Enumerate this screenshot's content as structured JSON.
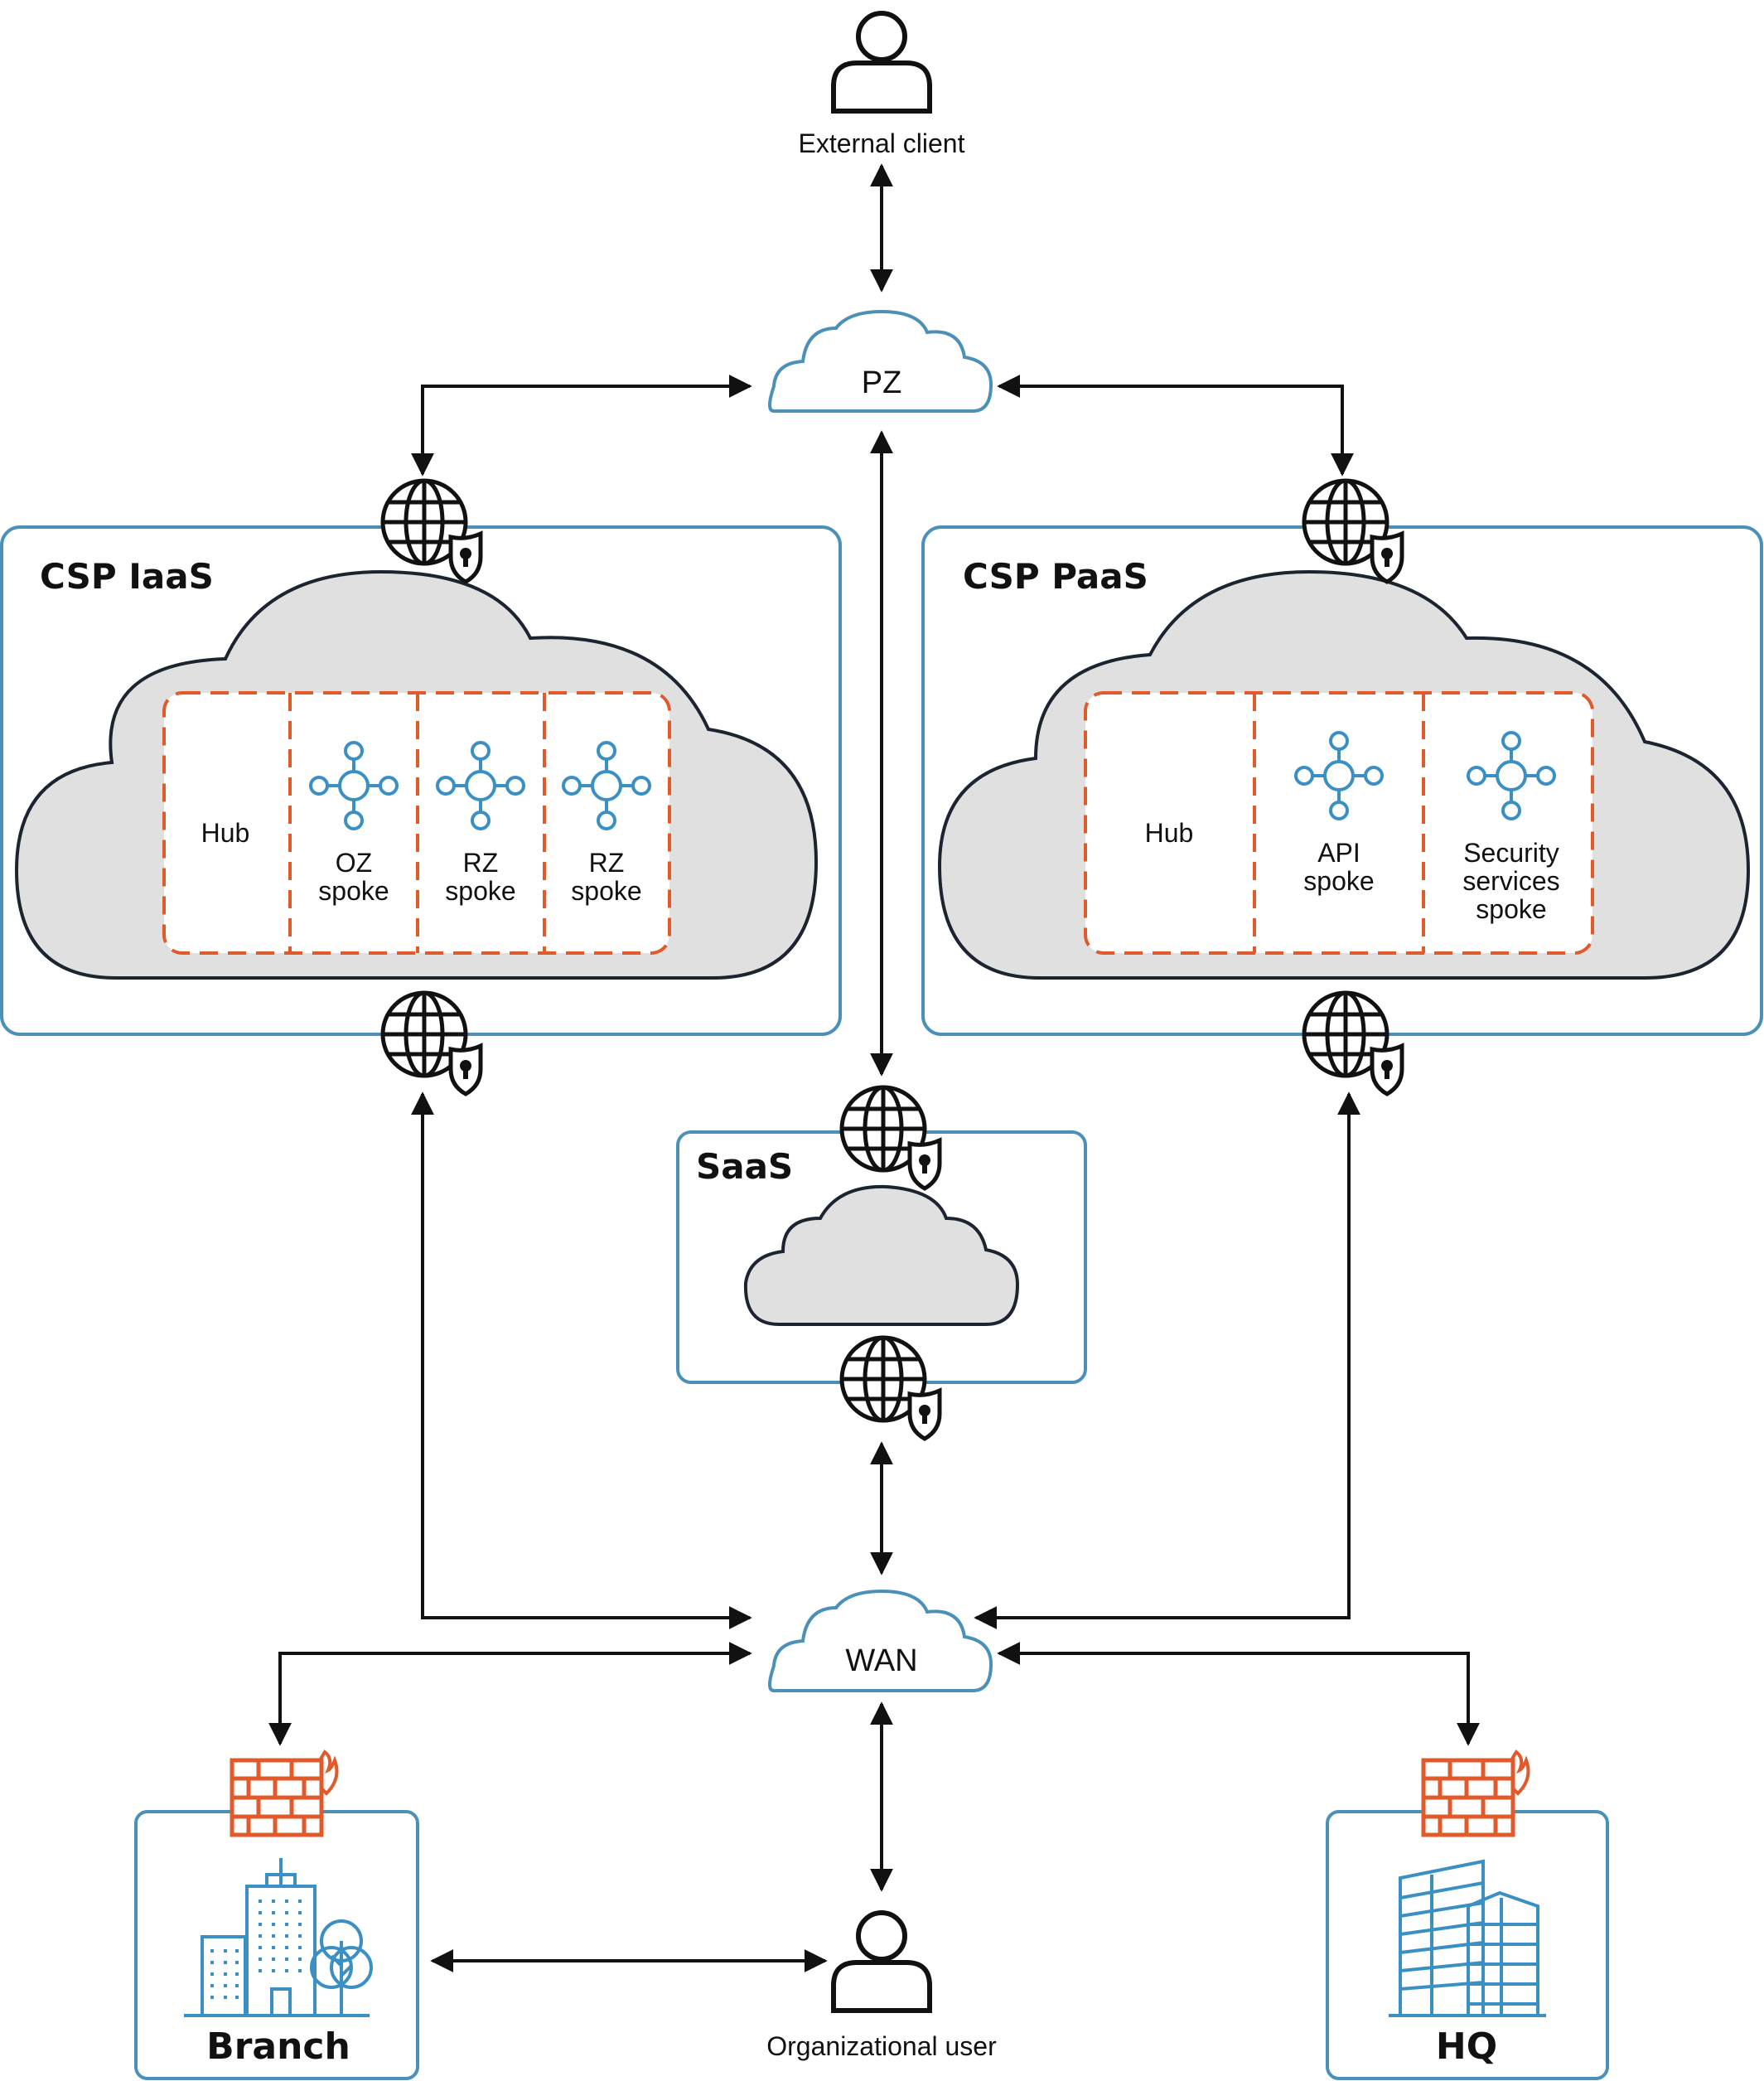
{
  "nodes": {
    "external_client": "External client",
    "pz": "PZ",
    "wan": "WAN",
    "organizational_user": "Organizational user",
    "branch": "Branch",
    "hq": "HQ"
  },
  "iaas": {
    "title": "CSP IaaS",
    "hub": "Hub",
    "spokes": [
      {
        "line1": "OZ",
        "line2": "spoke"
      },
      {
        "line1": "RZ",
        "line2": "spoke"
      },
      {
        "line1": "RZ",
        "line2": "spoke"
      }
    ]
  },
  "paas": {
    "title": "CSP PaaS",
    "hub": "Hub",
    "api_line1": "API",
    "api_line2": "spoke",
    "sec_line1": "Security",
    "sec_line2": "services",
    "sec_line3": "spoke"
  },
  "saas": {
    "title": "SaaS"
  },
  "colors": {
    "line": "#111111",
    "box_border": "#4a90b8",
    "cloud_fill": "#dfe0df",
    "dashed": "#e05a2b",
    "spoke_icon": "#3a8fc4",
    "firewall": "#e05a2b"
  }
}
